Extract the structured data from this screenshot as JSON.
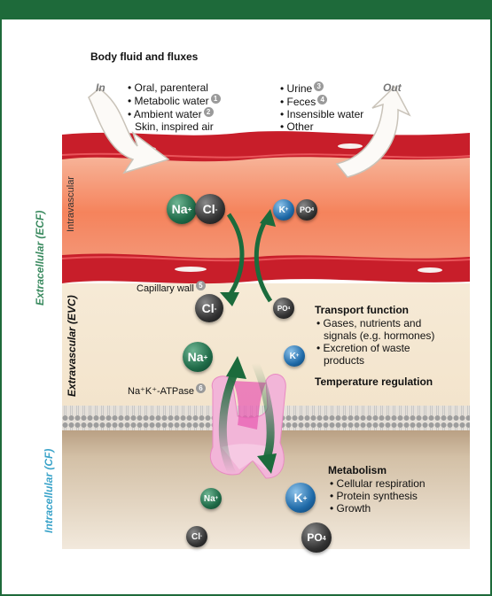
{
  "title": "Body fluid and fluxes",
  "in_label": "In",
  "out_label": "Out",
  "inputs": {
    "item1": "Oral, parenteral",
    "item2": "Metabolic water",
    "item2_badge": "1",
    "item3": "Ambient water",
    "item3_badge": "2",
    "item3_cont": "Skin, inspired air"
  },
  "outputs": {
    "item1": "Urine",
    "item1_badge": "3",
    "item2": "Feces",
    "item2_badge": "4",
    "item3": "Insensible water",
    "item4": "Other"
  },
  "compartments": {
    "ecf": "Extracellular (ECF)",
    "intravascular": "Intravascular",
    "extravascular": "Extravascular (EVC)",
    "intracellular": "Intracellular (CF)"
  },
  "capillary_wall": {
    "label": "Capillary wall",
    "badge": "5"
  },
  "atpase": {
    "label": "Na⁺K⁺-ATPase",
    "badge": "6"
  },
  "ions": {
    "na": "Na",
    "cl": "Cl",
    "k": "K",
    "po": "PO",
    "plus": "+",
    "minus": "-",
    "four": "4"
  },
  "transport": {
    "title": "Transport function",
    "b1": "Gases, nutrients and",
    "b1_cont": "signals (e.g. hormones)",
    "b2": "Excretion of waste",
    "b2_cont": "products"
  },
  "temperature": "Temperature regulation",
  "metabolism": {
    "title": "Metabolism",
    "b1": "Cellular respiration",
    "b2": "Protein synthesis",
    "b3": "Growth"
  },
  "colors": {
    "frame_green": "#1e6a3a",
    "ecf_label": "#3a8a5f",
    "icf_label": "#3aa3c9",
    "vessel_red": "#c81e2a",
    "arrow_green": "#1b6b3c"
  }
}
